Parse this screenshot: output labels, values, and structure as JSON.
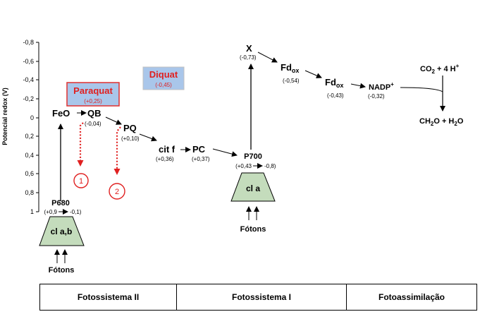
{
  "axis": {
    "title": "Potencial redox (V)",
    "ticks": [
      "-0,8",
      "-0,6",
      "-0,4",
      "-0,2",
      "0",
      "0,2",
      "0,4",
      "0,6",
      "0,8",
      "1"
    ]
  },
  "herbicides": {
    "paraquat": {
      "name": "Paraquat",
      "value": "(+0,25)"
    },
    "diquat": {
      "name": "Diquat",
      "value": "(-0,45)"
    }
  },
  "colors": {
    "herbicide_box": "#a9c6ea",
    "herbicide_border": "#e03030",
    "herbicide_text": "#e02020",
    "chlorophyll": "#c4dcbc"
  },
  "carriers": {
    "feo": "FeO",
    "qb": "QB",
    "qb_value": "(-0,04)",
    "pq": "PQ",
    "pq_value": "(+0,10)",
    "citf": "cit f",
    "citf_value": "(+0,36)",
    "pc": "PC",
    "pc_value": "(+0,37)",
    "x": "X",
    "x_value": "(-0,73)",
    "fd1": "Fd",
    "fd1_sub": "ox",
    "fd1_value": "(-0,54)",
    "fd2": "Fd",
    "fd2_sub": "ox",
    "fd2_value": "(-0,43)",
    "nadp": "NADP",
    "nadp_sup": "+",
    "nadp_value": "(-0,32)"
  },
  "assimilation": {
    "co2_a": "CO",
    "co2_sub": "2",
    "co2_b": " + 4 H",
    "co2_sup": "+",
    "ch2o_a": "CH",
    "ch2o_sub": "2",
    "ch2o_b": "O + H",
    "ch2o_sub2": "2",
    "ch2o_c": "O"
  },
  "p680": {
    "label": "P680",
    "range_start": "(+0,9",
    "range_end": "-0,1)",
    "pigment": "cl a,b",
    "photons": "Fótons"
  },
  "p700": {
    "label": "P700",
    "range_start": "(+0,43",
    "range_end": "-0,8)",
    "pigment": "cl a",
    "photons": "Fótons"
  },
  "blocks": [
    "1",
    "2"
  ],
  "sections": [
    "Fotossistema II",
    "Fotossistema I",
    "Fotoassimilação"
  ]
}
